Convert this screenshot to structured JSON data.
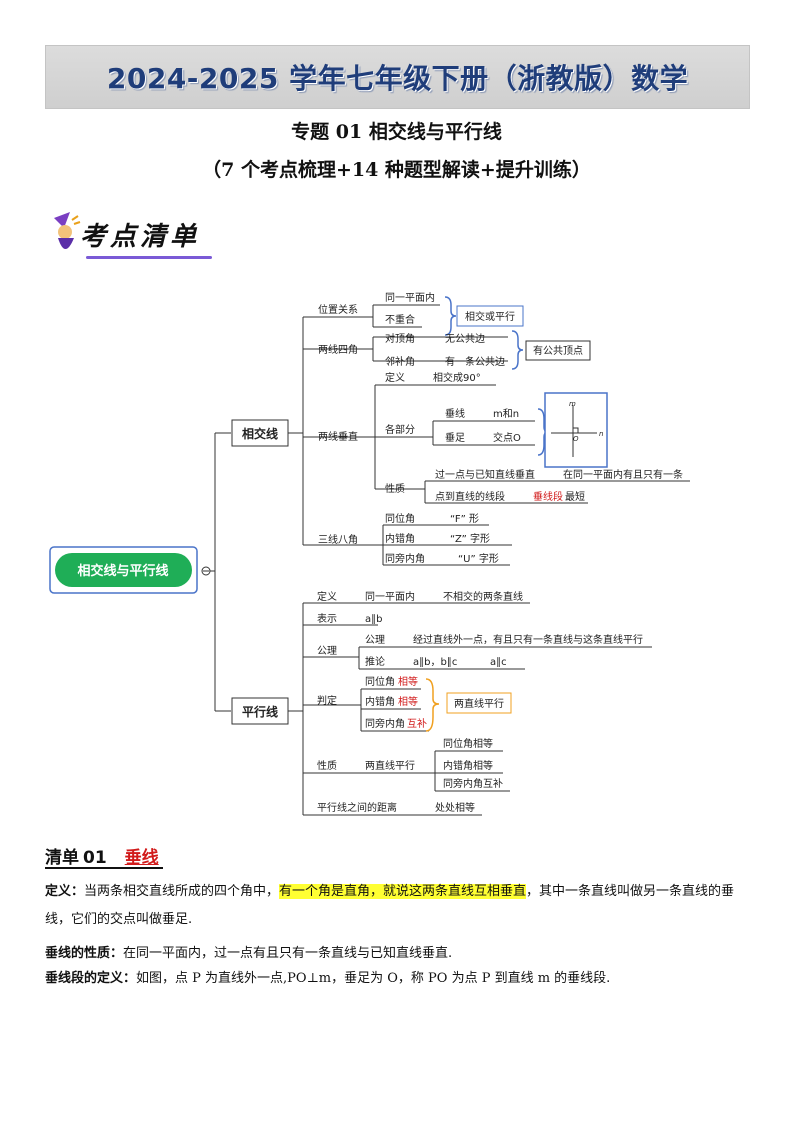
{
  "banner": {
    "text": "2024-2025 学年七年级下册（浙教版）数学"
  },
  "title": {
    "line1": "专题 01  相交线与平行线",
    "line2": "（7 个考点梳理+14 种题型解读+提升训练）"
  },
  "icon_label": "考点清单",
  "mindmap": {
    "root": "相交线与平行线",
    "branch1": {
      "label": "相交线",
      "position": {
        "label": "位置关系",
        "items": [
          "同一平面内",
          "不重合"
        ],
        "result": "相交或平行"
      },
      "angles": {
        "label": "两线四角",
        "rows": [
          [
            "对顶角",
            "无公共边"
          ],
          [
            "邻补角",
            "有一条公共边"
          ]
        ],
        "result": "有公共顶点"
      },
      "perp": {
        "label": "两线垂直",
        "def": [
          "定义",
          "相交成90°"
        ],
        "parts": {
          "label": "各部分",
          "rows": [
            [
              "垂线",
              "m和n"
            ],
            [
              "垂足",
              "交点O"
            ]
          ]
        },
        "figure": {
          "m": "m",
          "n": "n",
          "o": "O"
        },
        "props": {
          "label": "性质",
          "rows": [
            [
              "过一点与已知直线垂直",
              "在同一平面内有且只有一条"
            ],
            [
              "点到直线的线段",
              "垂线段",
              "最短"
            ]
          ]
        }
      },
      "three": {
        "label": "三线八角",
        "rows": [
          [
            "同位角",
            "“F” 形"
          ],
          [
            "内错角",
            "“Z” 字形"
          ],
          [
            "同旁内角",
            "“U” 字形"
          ]
        ]
      }
    },
    "branch2": {
      "label": "平行线",
      "def": [
        "定义",
        "同一平面内",
        "不相交的两条直线"
      ],
      "notation": [
        "表示",
        "a∥b"
      ],
      "axiom": {
        "label": "公理",
        "rows": [
          [
            "公理",
            "经过直线外一点，有且只有一条直线与这条直线平行"
          ],
          [
            "推论",
            "a∥b，b∥c",
            "a∥c"
          ]
        ]
      },
      "judge": {
        "label": "判定",
        "rows": [
          [
            "同位角",
            "相等"
          ],
          [
            "内错角",
            "相等"
          ],
          [
            "同旁内角",
            "互补"
          ]
        ],
        "result": "两直线平行"
      },
      "property": {
        "label": "性质",
        "mid": "两直线平行",
        "rows": [
          "同位角相等",
          "内错角相等",
          "同旁内角互补"
        ]
      },
      "distance": [
        "平行线之间的距离",
        "处处相等"
      ]
    }
  },
  "section": {
    "label": "清单",
    "num": "01",
    "name": "垂线"
  },
  "paragraphs": {
    "def_label": "定义：",
    "def_pre": "当两条相交直线所成的四个角中，",
    "def_hl": "有一个角是直角，就说这两条直线互相垂直",
    "def_post": "，其中一条直线叫做另一条直线的垂线，它们的交点叫做垂足.",
    "prop_label": "垂线的性质：",
    "prop_text": "在同一平面内，过一点有且只有一条直线与已知直线垂直.",
    "seg_label": "垂线段的定义：",
    "seg_text": "如图，点 P 为直线外一点,PO⊥m，垂足为 O，称 PO 为点 P 到直线 m 的垂线段."
  },
  "colors": {
    "root_fill": "#1fae57",
    "root_border": "#4a74c9",
    "hl_red": "#d11a1a",
    "brace_blue": "#4a74c9",
    "brace_orange": "#f0a020",
    "highlight": "#ffff33"
  }
}
